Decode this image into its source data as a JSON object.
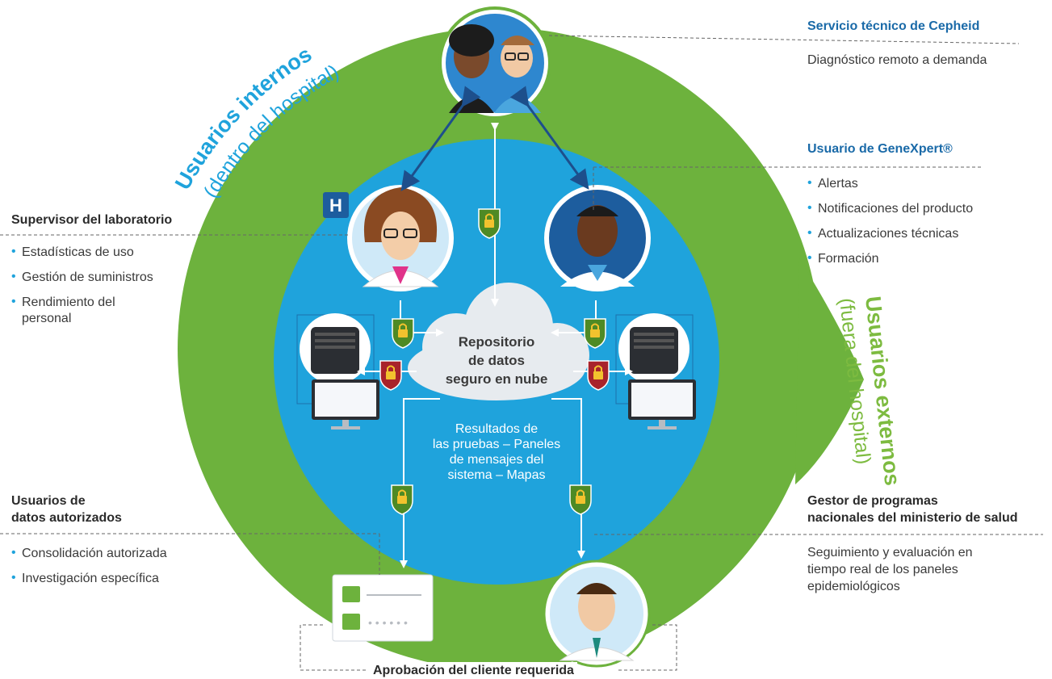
{
  "outer_labels": {
    "internal": {
      "title": "Usuarios internos",
      "subtitle": "(dentro del hospital)"
    },
    "external": {
      "title": "Usuarios externos",
      "subtitle": "(fuera del hospital)"
    }
  },
  "hospital_badge": "H",
  "cloud": {
    "title_line1": "Repositorio",
    "title_line2": "de datos",
    "title_line3": "seguro en nube"
  },
  "cloud_contents": [
    "Resultados de",
    "las pruebas – Paneles",
    "de mensajes del",
    "sistema – Mapas"
  ],
  "cepheid": {
    "title": "Servicio técnico de Cepheid",
    "detail": "Diagnóstico remoto a demanda"
  },
  "genexpert": {
    "title": "Usuario de GeneXpert®",
    "items": [
      "Alertas",
      "Notificaciones del producto",
      "Actualizaciones técnicas",
      "Formación"
    ]
  },
  "supervisor": {
    "title": "Supervisor del laboratorio",
    "items": [
      "Estadísticas de uso",
      "Gestión de suministros",
      "Rendimiento del personal"
    ]
  },
  "authorized": {
    "title_line1": "Usuarios de",
    "title_line2": "datos autorizados",
    "items": [
      "Consolidación autorizada",
      "Investigación específica"
    ]
  },
  "ministry": {
    "title_line1": "Gestor de programas",
    "title_line2": "nacionales del ministerio de salud",
    "detail_line1": "Seguimiento y evaluación en",
    "detail_line2": "tiempo real de los paneles",
    "detail_line3": "epidemiológicos"
  },
  "footer": "Aprobación del cliente requerida",
  "colors": {
    "outer_green": "#6db23d",
    "inner_blue": "#1fa3dc",
    "heading_blue": "#1a6aa8",
    "external_green": "#7dbb40",
    "lock_green": "#5a8a2a",
    "lock_red": "#a8232b"
  }
}
